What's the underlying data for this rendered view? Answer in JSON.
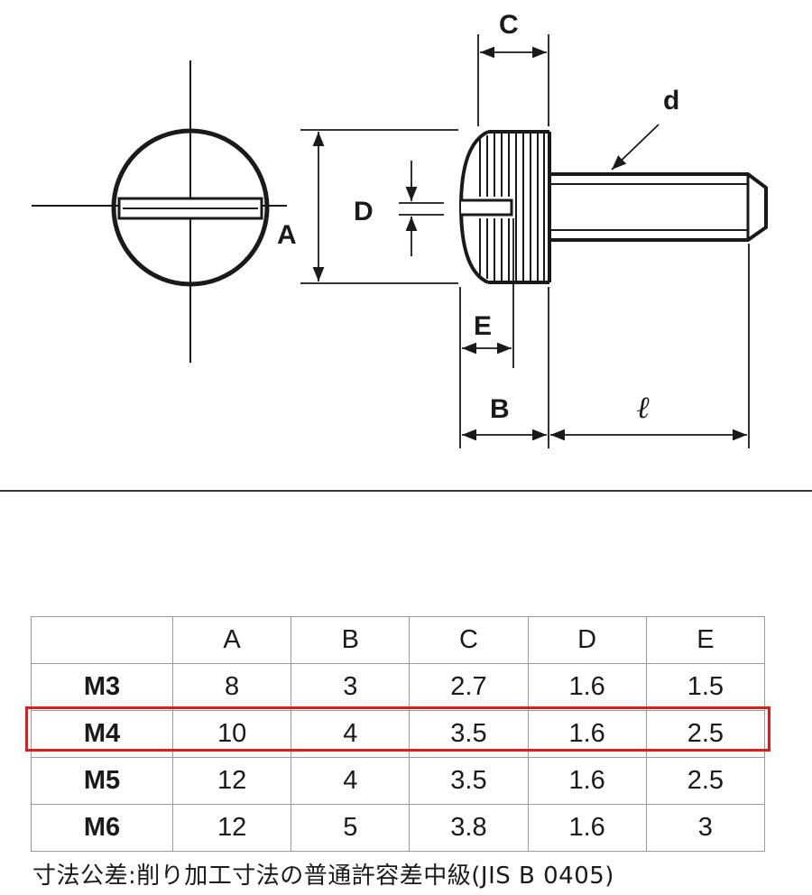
{
  "diagram": {
    "labels": {
      "A": "A",
      "B": "B",
      "C": "C",
      "D": "D",
      "E": "E",
      "d": "d",
      "l": "ℓ"
    }
  },
  "table": {
    "headers": [
      "",
      "A",
      "B",
      "C",
      "D",
      "E"
    ],
    "rows": [
      {
        "size": "M3",
        "values": [
          "8",
          "3",
          "2.7",
          "1.6",
          "1.5"
        ]
      },
      {
        "size": "M4",
        "values": [
          "10",
          "4",
          "3.5",
          "1.6",
          "2.5"
        ]
      },
      {
        "size": "M5",
        "values": [
          "12",
          "4",
          "3.5",
          "1.6",
          "2.5"
        ]
      },
      {
        "size": "M6",
        "values": [
          "12",
          "5",
          "3.8",
          "1.6",
          "3"
        ]
      }
    ],
    "highlighted_row": "M4",
    "highlight_color": "#e01b1b"
  },
  "note": "寸法公差:削り加工寸法の普通許容差中級(JIS B 0405)"
}
